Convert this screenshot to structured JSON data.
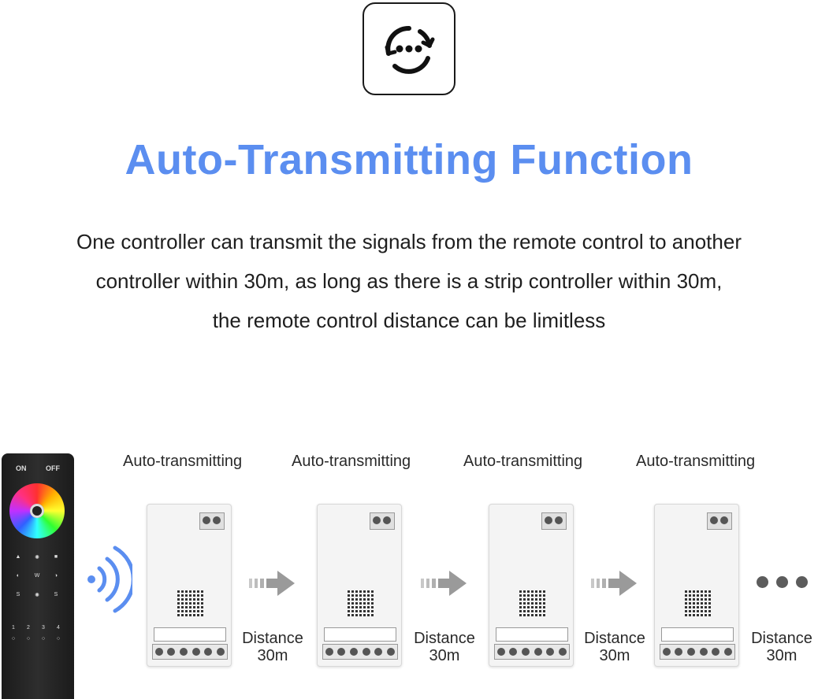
{
  "header": {
    "icon": "auto-transmit-icon",
    "title": "Auto-Transmitting Function",
    "description_lines": [
      "One controller can transmit the signals from the remote control to another",
      "controller within 30m, as long as there is a strip controller within 30m,",
      "the remote control distance can be limitless"
    ]
  },
  "remote": {
    "on_label": "ON",
    "off_label": "OFF",
    "w_label": "W",
    "zone_labels": [
      "1",
      "2",
      "3",
      "4"
    ]
  },
  "chain": {
    "captions": [
      "Auto-transmitting",
      "Auto-transmitting",
      "Auto-transmitting",
      "Auto-transmitting"
    ],
    "distances": [
      {
        "label": "Distance",
        "value": "30m"
      },
      {
        "label": "Distance",
        "value": "30m"
      },
      {
        "label": "Distance",
        "value": "30m"
      },
      {
        "label": "Distance",
        "value": "30m"
      }
    ]
  },
  "colors": {
    "title_blue": "#5b8ef0",
    "wave_blue": "#5b8ef0",
    "arrow_gray": "#9a9a9a"
  }
}
